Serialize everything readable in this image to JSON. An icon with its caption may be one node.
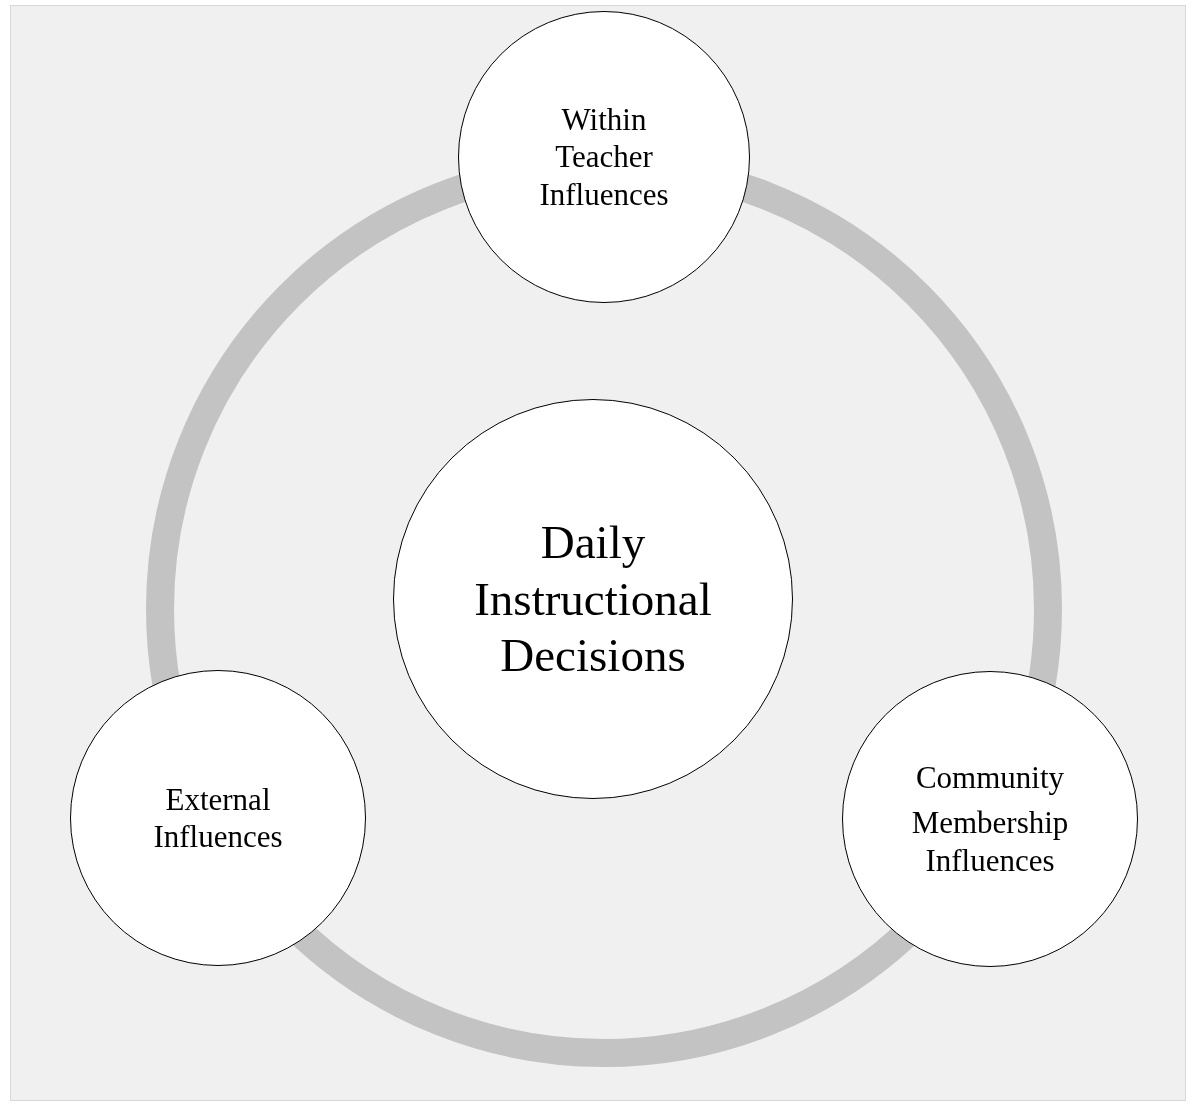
{
  "diagram": {
    "nodes": [
      {
        "text": [
          "Within Teacher Influences"
        ]
      },
      {
        "text": [
          "Daily Instructional Decisions"
        ]
      },
      {
        "text": [
          "External Influences"
        ]
      },
      {
        "text": [
          "Community",
          "Membership Influences"
        ]
      }
    ]
  }
}
